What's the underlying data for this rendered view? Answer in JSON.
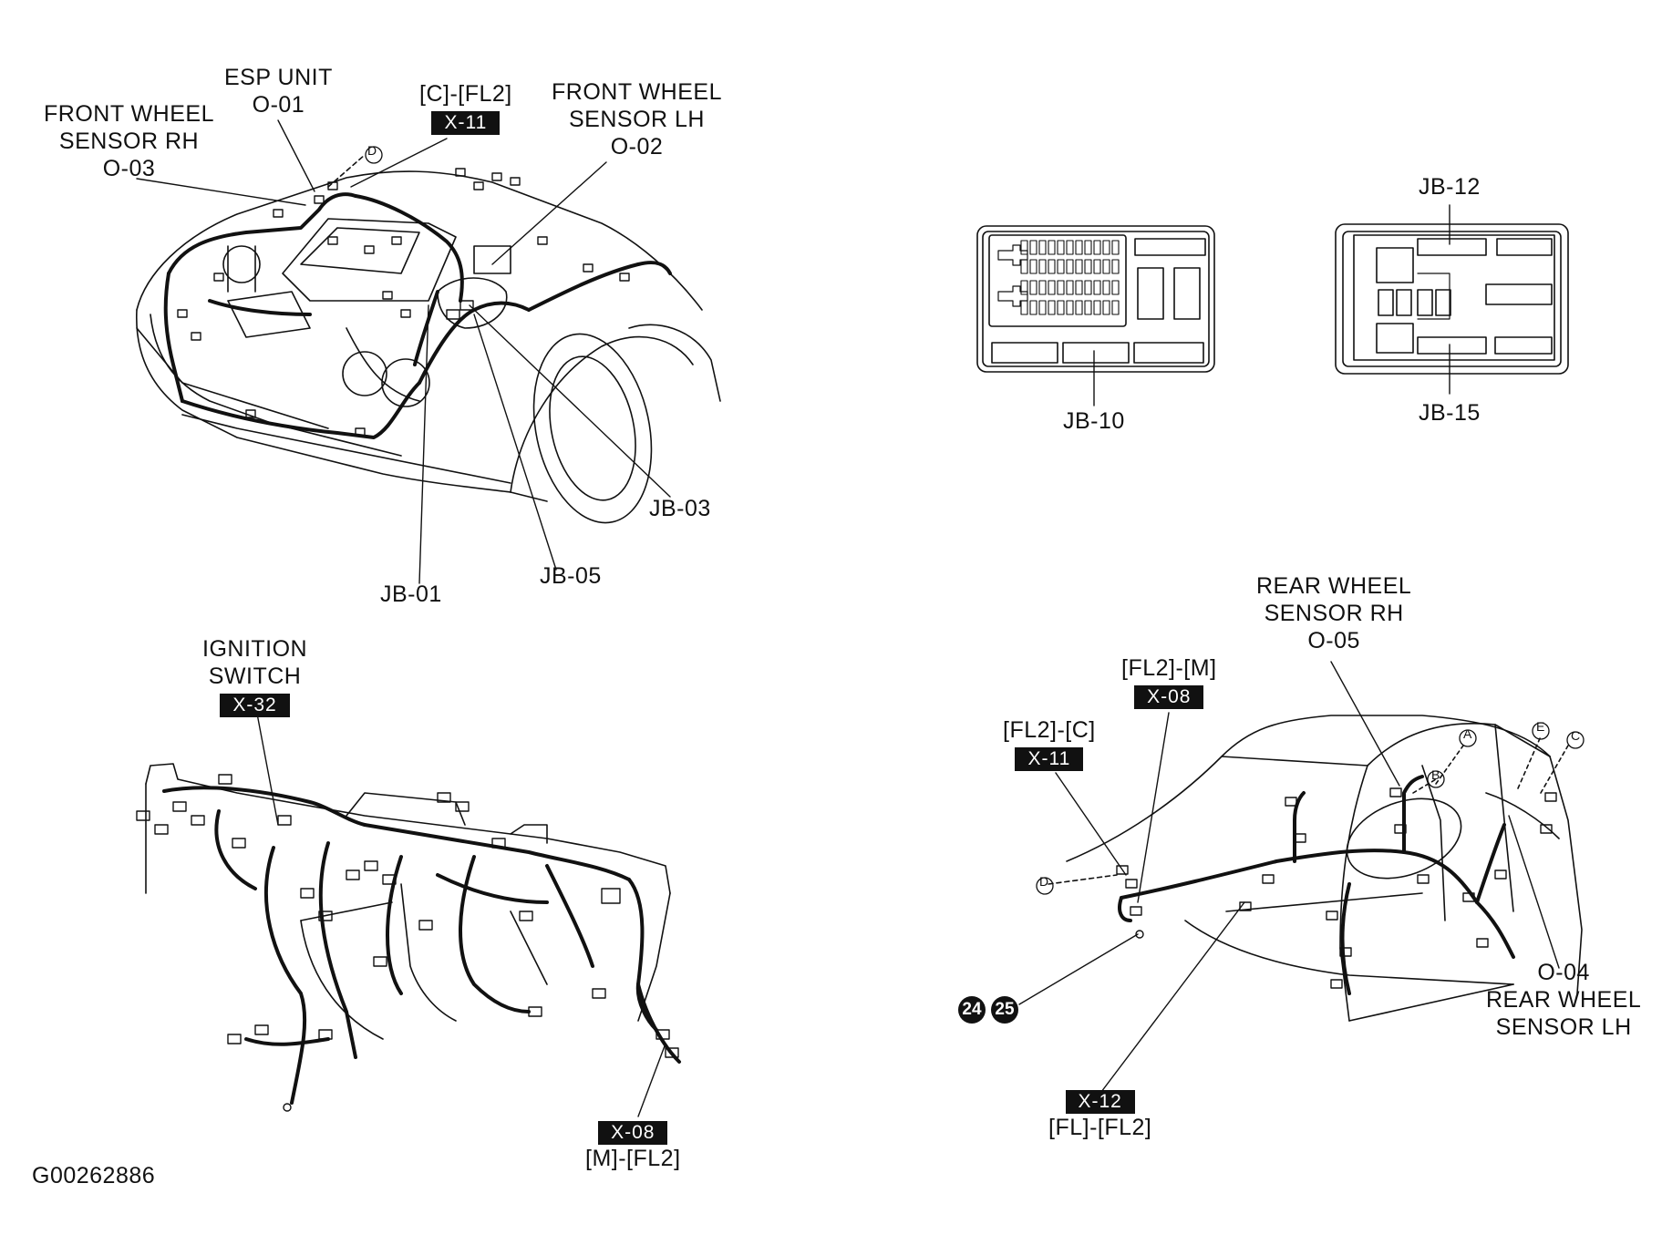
{
  "labels": {
    "esp_unit": [
      "ESP UNIT",
      "O-01"
    ],
    "fl2_c_top": "[C]-[FL2]",
    "x11_top": "X-11",
    "front_wheel_rh": [
      "FRONT WHEEL",
      "SENSOR RH",
      "O-03"
    ],
    "front_wheel_lh": [
      "FRONT WHEEL",
      "SENSOR LH",
      "O-02"
    ],
    "jb03": "JB-03",
    "jb05": "JB-05",
    "jb01": "JB-01",
    "jb12": "JB-12",
    "jb10": "JB-10",
    "jb15": "JB-15",
    "ignition": [
      "IGNITION",
      "SWITCH"
    ],
    "x32": "X-32",
    "x08_bottom": "X-08",
    "m_fl2": "[M]-[FL2]",
    "fl2_m": "[FL2]-[M]",
    "x08_mid": "X-08",
    "fl2_c": "[FL2]-[C]",
    "x11_mid": "X-11",
    "rear_wheel_rh": [
      "REAR WHEEL",
      "SENSOR RH",
      "O-05"
    ],
    "rear_wheel_lh": [
      "O-04",
      "REAR WHEEL",
      "SENSOR LH"
    ],
    "x12": "X-12",
    "fl_fl2": "[FL]-[FL2]",
    "ground_24": "24",
    "ground_25": "25",
    "figure_id": "G00262886"
  },
  "refs": {
    "a": "A",
    "b": "B",
    "c": "C",
    "d_top": "D",
    "d_rear": "D",
    "e": "E"
  }
}
